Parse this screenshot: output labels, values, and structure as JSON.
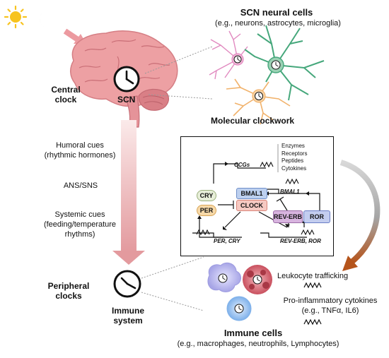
{
  "scn_neural": {
    "title": "SCN neural cells",
    "subtitle": "(e.g., neurons, astrocytes, microglia)"
  },
  "central_clock": {
    "label": "Central\nclock",
    "scn_label": "SCN"
  },
  "cues": {
    "humoral": "Humoral cues\n(rhythmic hormones)",
    "ans": "ANS/SNS",
    "systemic": "Systemic cues\n(feeding/temperature\nrhythms)"
  },
  "peripheral": {
    "label": "Peripheral\nclocks",
    "immune_label": "Immune\nsystem"
  },
  "molecular": {
    "title": "Molecular clockwork",
    "ccgs": "CCGs",
    "outputs": [
      "Enzymes",
      "Receptors",
      "Peptides",
      "Cytokines"
    ],
    "cry": "CRY",
    "per": "PER",
    "bmal1_box": "BMAL1",
    "clock_box": "CLOCK",
    "bmal1_gene": "BMAL1",
    "rev_erb_box": "REV-ERB",
    "ror_box": "ROR",
    "per_cry_gene": "PER, CRY",
    "rev_erb_ror_gene": "REV-ERB, ROR"
  },
  "immune_outputs": {
    "trafficking": "Leukocyte trafficking",
    "cytokines": "Pro-inflammatory cytokines\n(e.g., TNFα, IL6)"
  },
  "immune_cells": {
    "title": "Immune cells",
    "subtitle": "(e.g., macrophages, neutrophils, Lymphocytes)"
  },
  "colors": {
    "sun": "#f7c31f",
    "brain": "#e8949a",
    "arrow_pink": "#e6a3a6",
    "arrow_brown": "#b5541b",
    "cry_box": "#e7eed9",
    "per_box": "#f7d9a8",
    "bmal1_box": "#bdd0ef",
    "clock_box": "#f6c9c2",
    "rev_erb_box": "#d8b4df",
    "ror_box": "#c3cdef",
    "neuron_pink": "#e18ac0",
    "neuron_green": "#45a77b",
    "neuron_orange": "#f1b26b"
  }
}
